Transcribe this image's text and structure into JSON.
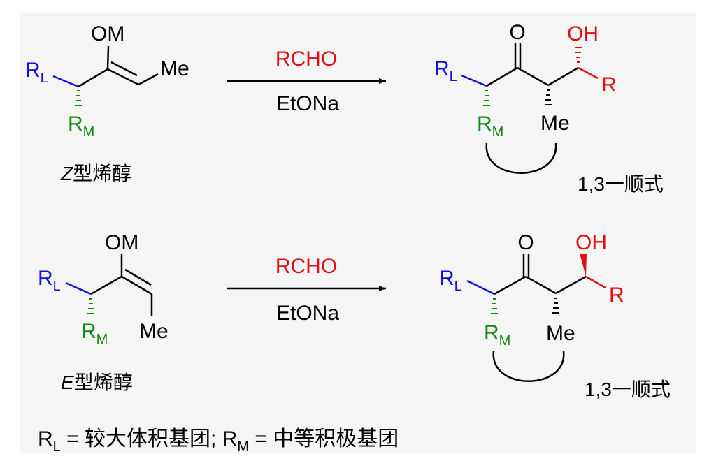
{
  "colors": {
    "large_group": "#1010e0",
    "medium_group": "#108a10",
    "reagent": "#e01010",
    "bond": "#000000",
    "panel_bg": "#f5f5f5"
  },
  "atoms": {
    "r": "R",
    "sub_l": "L",
    "sub_m": "M",
    "om": "OM",
    "me": "Me",
    "o": "O",
    "oh": "OH"
  },
  "reaction_top": {
    "reagent": "RCHO",
    "base": "EtONa",
    "enolate_prefix": "Z",
    "enolate_suffix": "型烯醇",
    "product_label": "1,3一顺式"
  },
  "reaction_bottom": {
    "reagent": "RCHO",
    "base": "EtONa",
    "enolate_prefix": "E",
    "enolate_suffix": "型烯醇",
    "product_label": "1,3一顺式"
  },
  "legend": {
    "eq": " = ",
    "large_desc": "较大体积基团; ",
    "medium_desc": "中等积极基团"
  }
}
